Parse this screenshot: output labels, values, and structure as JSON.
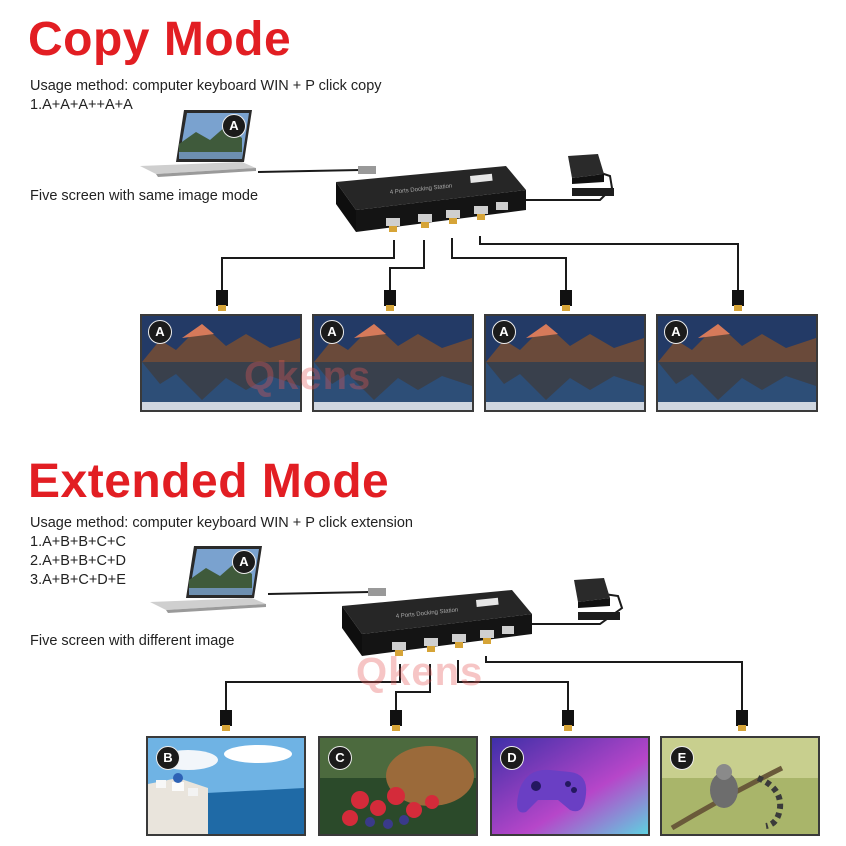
{
  "copy": {
    "title": "Copy Mode",
    "usage": "Usage method: computer keyboard WIN + P click copy",
    "options": [
      "1.A+A+A++A+A"
    ],
    "desc": "Five screen with same image mode",
    "laptop_label": "A",
    "screen_labels": [
      "A",
      "A",
      "A",
      "A"
    ]
  },
  "extended": {
    "title": "Extended Mode",
    "usage": "Usage method: computer keyboard WIN + P click extension",
    "options": [
      "1.A+B+B+C+C",
      "2.A+B+B+C+D",
      "3.A+B+C+D+E"
    ],
    "desc": "Five screen with different image",
    "laptop_label": "A",
    "screen_labels": [
      "B",
      "C",
      "D",
      "E"
    ]
  },
  "watermark": "Qkens",
  "colors": {
    "title_red": "#e21e23",
    "cable": "#1a1a1a",
    "dock": "#1c1c1c"
  }
}
